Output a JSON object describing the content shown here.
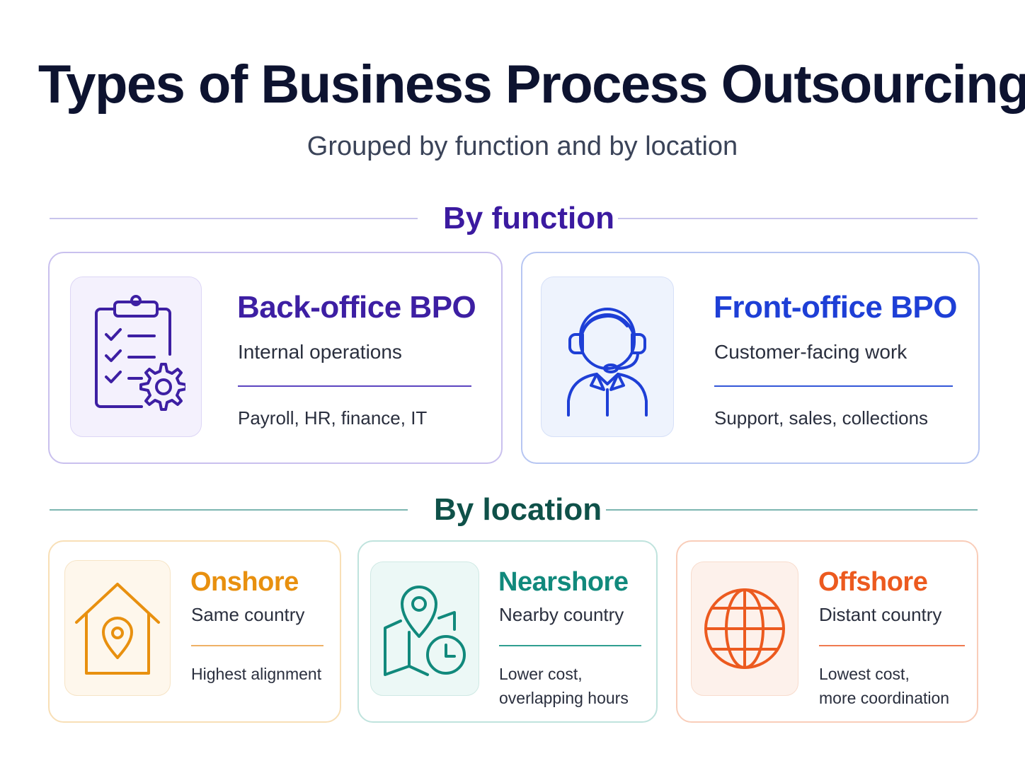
{
  "title": "Types of Business Process Outsourcing",
  "subtitle": "Grouped by function and by location",
  "function_section": {
    "heading": "By function",
    "cards": [
      {
        "title": "Back-office BPO",
        "subtitle": "Internal operations",
        "detail": "Payroll, HR, finance, IT",
        "icon": "clipboard-checklist-gear-icon",
        "accent": "#3d1fa3"
      },
      {
        "title": "Front-office BPO",
        "subtitle": "Customer-facing work",
        "detail": "Support, sales, collections",
        "icon": "headset-agent-icon",
        "accent": "#1e3fd6"
      }
    ]
  },
  "location_section": {
    "heading": "By location",
    "cards": [
      {
        "title": "Onshore",
        "subtitle": "Same country",
        "detail": "Highest alignment",
        "icon": "home-location-pin-icon",
        "accent": "#e8900f"
      },
      {
        "title": "Nearshore",
        "subtitle": "Nearby country",
        "detail": "Lower cost,\noverlapping hours",
        "icon": "map-pin-clock-icon",
        "accent": "#11897c"
      },
      {
        "title": "Offshore",
        "subtitle": "Distant country",
        "detail": "Lowest cost,\nmore coordination",
        "icon": "globe-icon",
        "accent": "#ec5a1f"
      }
    ]
  }
}
